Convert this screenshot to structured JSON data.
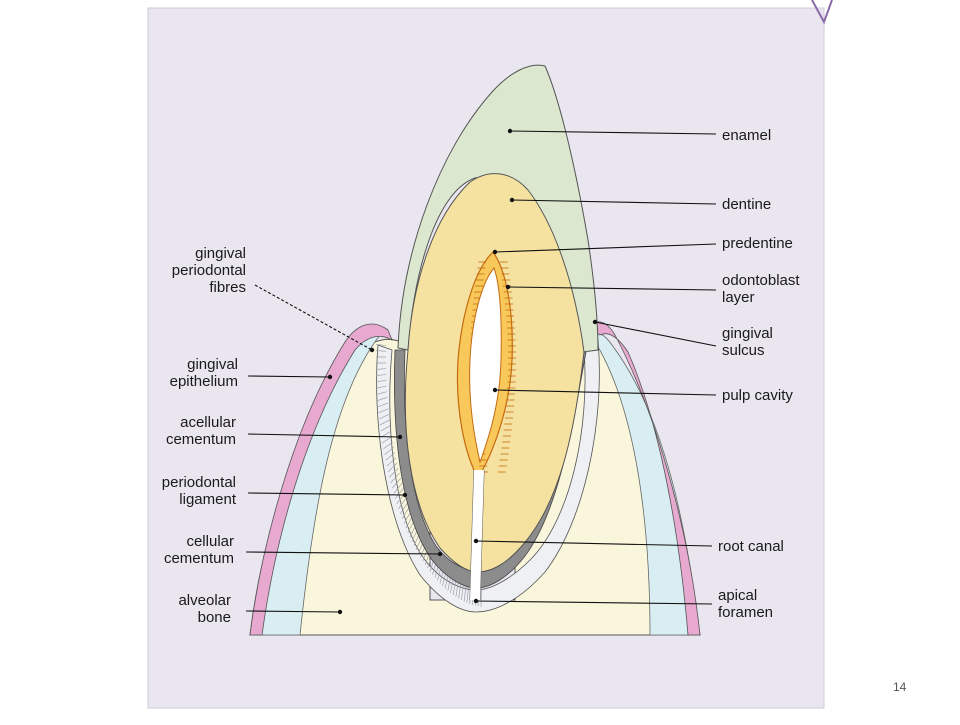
{
  "labels": {
    "enamel": [
      "enamel"
    ],
    "dentine": [
      "dentine"
    ],
    "predentine": [
      "predentine"
    ],
    "odontoblast": [
      "odontoblast",
      "layer"
    ],
    "gingival_sulcus": [
      "gingival",
      "sulcus"
    ],
    "pulp_cavity": [
      "pulp cavity"
    ],
    "root_canal": [
      "root canal"
    ],
    "apical_foramen": [
      "apical",
      "foramen"
    ],
    "gingival_fibres": [
      "gingival",
      "periodontal",
      "fibres"
    ],
    "gingival_epithelium": [
      "gingival",
      "epithelium"
    ],
    "acellular_cementum": [
      "acellular",
      "cementum"
    ],
    "periodontal_ligament": [
      "periodontal",
      "ligament"
    ],
    "cellular_cementum": [
      "cellular",
      "cementum"
    ],
    "alveolar_bone": [
      "alveolar",
      "bone"
    ]
  },
  "page_number": "14",
  "colors": {
    "background": "#e9e6ef",
    "enamel": "#dbe8cf",
    "dentine": "#f5e2a0",
    "pulp": "#ffffff",
    "odontoblast": "#e88a2a",
    "cementum": "#8c8c8c",
    "ligament": "#e6eaf0",
    "bone": "#faf6dc",
    "periosteum": "#d9eef2",
    "gingiva": "#e7a9cf"
  }
}
